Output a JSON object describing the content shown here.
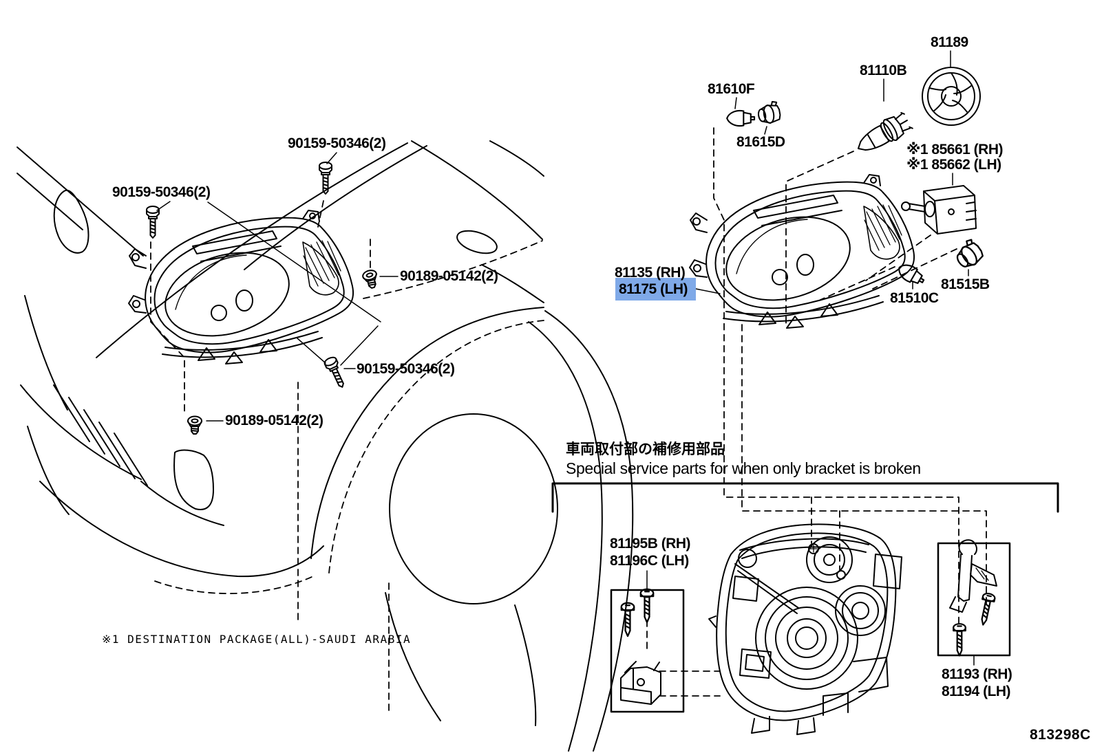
{
  "colors": {
    "line": "#000000",
    "background": "#ffffff",
    "highlight": "#7FA9E8"
  },
  "parts": {
    "bolt": "90159-50346(2)",
    "screw": "90189-05142(2)",
    "bulb_front": "81610F",
    "socket_front": "81615D",
    "bulb_head": "81110B",
    "cap": "81189",
    "motor_rh": "※1 85661 (RH)",
    "motor_lh": "※1 85662 (LH)",
    "unit_rh": "81135 (RH)",
    "unit_lh": "81175 (LH)",
    "bulb_turn": "81510C",
    "socket_turn": "81515B",
    "bracket_a_rh": "81195B (RH)",
    "bracket_a_lh": "81196C (LH)",
    "bracket_b_rh": "81193 (RH)",
    "bracket_b_lh": "81194 (LH)"
  },
  "notes": {
    "service_jp": "車両取付部の補修用部品",
    "service_en": "Special service parts for when only bracket is broken",
    "destination": "※1 DESTINATION PACKAGE(ALL)-SAUDI ARABIA",
    "footer_code": "813298C"
  }
}
